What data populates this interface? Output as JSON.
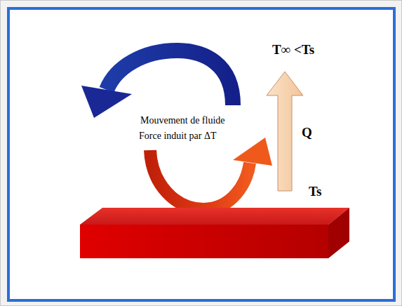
{
  "diagram": {
    "labels": [
      "Mouvement de fluide",
      "Force induit par ΔT",
      "T∞ <Ts",
      "Q",
      "Ts"
    ]
  }
}
